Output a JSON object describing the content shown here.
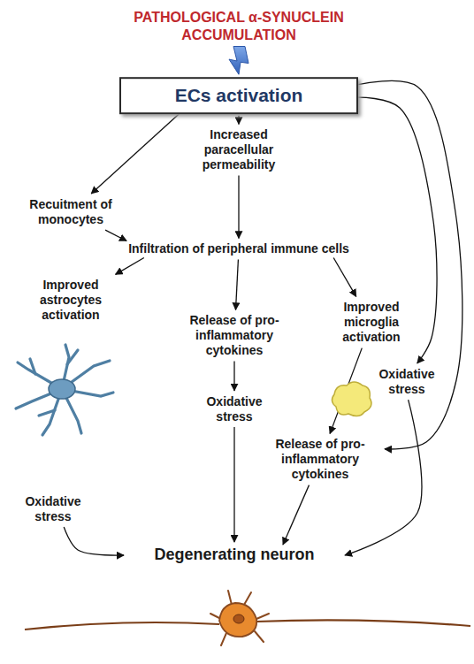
{
  "diagram": {
    "nodes": [
      {
        "text": [
          "PATHOLOGICAL α-SYNUCLEIN ACCUMULATION"
        ]
      },
      {
        "text": [
          "ECs activation"
        ]
      },
      {
        "text": [
          "Increased paracellular permeability"
        ]
      },
      {
        "text": [
          "Recuitment of monocytes"
        ]
      },
      {
        "text": [
          "Infiltration of peripheral immune cells"
        ]
      },
      {
        "text": [
          "Improved astrocytes activation"
        ]
      },
      {
        "text": [
          "Release of pro-inflammatory cytokines"
        ]
      },
      {
        "text": [
          "Improved microglia activation"
        ]
      },
      {
        "text": [
          "Oxidative stress"
        ]
      },
      {
        "text": [
          "Oxidative stress"
        ]
      },
      {
        "text": [
          "Release of pro-inflammatory cytokines"
        ]
      },
      {
        "text": [
          "Oxidative stress"
        ]
      },
      {
        "text": [
          "Degenerating neuron"
        ]
      }
    ],
    "edges": [
      {
        "from": 0,
        "to": 1,
        "arrow": "to"
      },
      {
        "from": 1,
        "to": 2,
        "arrow": "to"
      },
      {
        "from": 1,
        "to": 3,
        "arrow": "to"
      },
      {
        "from": 1,
        "to": 8,
        "arrow": "to"
      },
      {
        "from": 1,
        "to": 10,
        "arrow": "to"
      },
      {
        "from": 2,
        "to": 4,
        "arrow": "to"
      },
      {
        "from": 3,
        "to": 4,
        "arrow": "to"
      },
      {
        "from": 4,
        "to": 5,
        "arrow": "to"
      },
      {
        "from": 4,
        "to": 6,
        "arrow": "to"
      },
      {
        "from": 4,
        "to": 7,
        "arrow": "to"
      },
      {
        "from": 6,
        "to": 9,
        "arrow": "to"
      },
      {
        "from": 7,
        "to": 10,
        "arrow": "to"
      },
      {
        "from": 11,
        "to": 12,
        "arrow": "to"
      },
      {
        "from": 9,
        "to": 12,
        "arrow": "to"
      },
      {
        "from": 10,
        "to": 12,
        "arrow": "to"
      },
      {
        "from": 8,
        "to": 12,
        "arrow": "to"
      }
    ]
  }
}
